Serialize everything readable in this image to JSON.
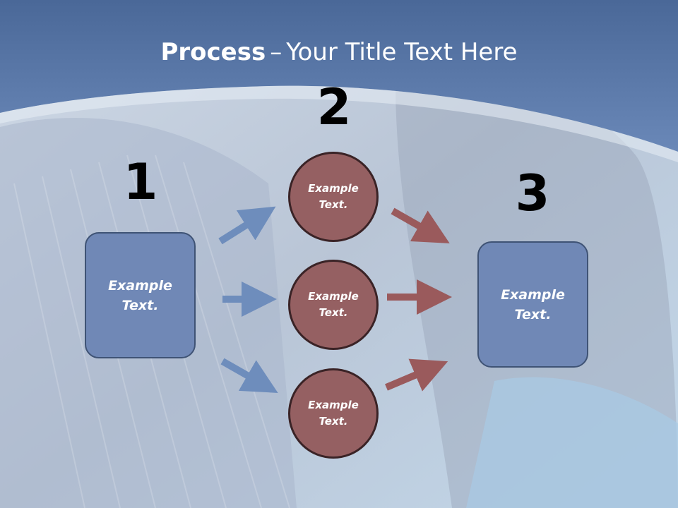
{
  "slide": {
    "title_bold": "Process",
    "title_sep": "–",
    "title_rest": "Your Title Text Here"
  },
  "steps": {
    "step1": {
      "number": "1",
      "line1": "Example",
      "line2": "Text."
    },
    "step2": {
      "number": "2",
      "circles": [
        {
          "line1": "Example",
          "line2": "Text."
        },
        {
          "line1": "Example",
          "line2": "Text."
        },
        {
          "line1": "Example",
          "line2": "Text."
        }
      ]
    },
    "step3": {
      "number": "3",
      "line1": "Example",
      "line2": "Text."
    }
  },
  "colors": {
    "header_band": "#5a79aa",
    "box_fill": "#7088b6",
    "circle_fill": "#956062",
    "arrow_blue": "#6e8dbc",
    "arrow_red": "#9a5a5c"
  }
}
